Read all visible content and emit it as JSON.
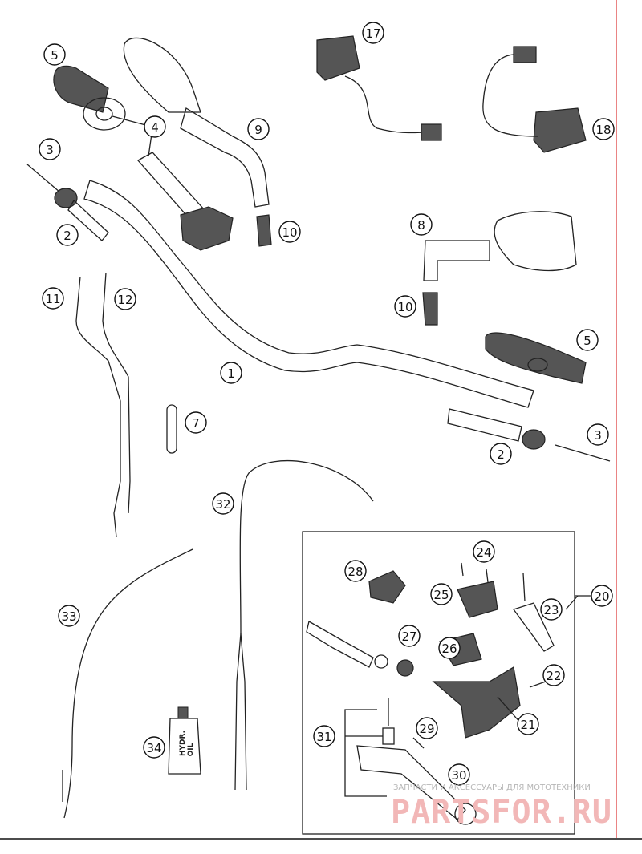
{
  "labels": [
    {
      "key": "p1",
      "text": "1"
    },
    {
      "key": "p2a",
      "text": "2"
    },
    {
      "key": "p2b",
      "text": "2"
    },
    {
      "key": "p3a",
      "text": "3"
    },
    {
      "key": "p3b",
      "text": "3"
    },
    {
      "key": "p4",
      "text": "4"
    },
    {
      "key": "p5a",
      "text": "5"
    },
    {
      "key": "p5b",
      "text": "5"
    },
    {
      "key": "p7",
      "text": "7"
    },
    {
      "key": "p8",
      "text": "8"
    },
    {
      "key": "p9",
      "text": "9"
    },
    {
      "key": "p10a",
      "text": "10"
    },
    {
      "key": "p10b",
      "text": "10"
    },
    {
      "key": "p11",
      "text": "11"
    },
    {
      "key": "p12",
      "text": "12"
    },
    {
      "key": "p17",
      "text": "17"
    },
    {
      "key": "p18",
      "text": "18"
    },
    {
      "key": "p20",
      "text": "20"
    },
    {
      "key": "p21",
      "text": "21"
    },
    {
      "key": "p22",
      "text": "22"
    },
    {
      "key": "p23",
      "text": "23"
    },
    {
      "key": "p24",
      "text": "24"
    },
    {
      "key": "p25",
      "text": "25"
    },
    {
      "key": "p26",
      "text": "26"
    },
    {
      "key": "p27",
      "text": "27"
    },
    {
      "key": "p28",
      "text": "28"
    },
    {
      "key": "p29",
      "text": "29"
    },
    {
      "key": "p30",
      "text": "30"
    },
    {
      "key": "p31",
      "text": "31"
    },
    {
      "key": "p32",
      "text": "32"
    },
    {
      "key": "p33",
      "text": "33"
    },
    {
      "key": "p34",
      "text": "34"
    }
  ],
  "bottle_text": {
    "line1": "HYDR.",
    "line2": "OIL"
  },
  "watermark": {
    "tagline": "ЗАПЧАСТИ И АКСЕССУАРЫ ДЛЯ МОТОТЕХНИКИ",
    "brand": "PARTSFOR.RU"
  }
}
